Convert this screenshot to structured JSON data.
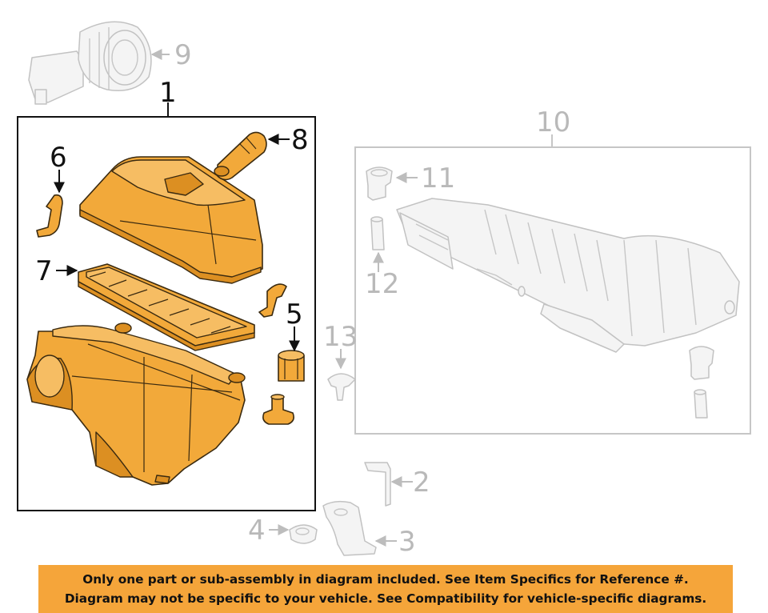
{
  "callouts": {
    "c1": "1",
    "c2": "2",
    "c3": "3",
    "c4": "4",
    "c5": "5",
    "c6": "6",
    "c7": "7",
    "c8": "8",
    "c9": "9",
    "c10": "10",
    "c11": "11",
    "c12": "12",
    "c13": "13"
  },
  "disclaimer": {
    "line1": "Only one part or sub-assembly in diagram included. See Item Specifics for Reference #.",
    "line2": "Diagram may not be specific to your vehicle. See Compatibility for vehicle-specific diagrams."
  },
  "colors": {
    "highlight": "#f2a93a",
    "banner": "#f5a53a",
    "ghost": "#c2c2c2"
  }
}
